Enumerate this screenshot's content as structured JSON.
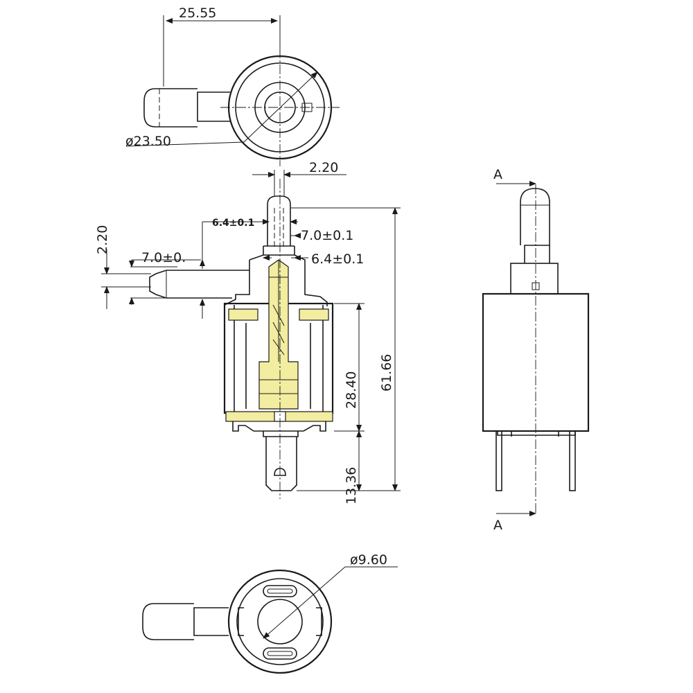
{
  "colors": {
    "line": "#1a1a1a",
    "accent": "#f2eda0",
    "background": "#ffffff"
  },
  "top_view": {
    "width_dim": "25.55",
    "diameter_dim": "ø23.50"
  },
  "section_view": {
    "nozzle_width": "2.20",
    "inlet_width": "2.20",
    "outlet_od_label": "6.4±0.1",
    "outlet_len": "7.0±0.1",
    "inlet_od": "6.4±0.1",
    "inlet_len": "7.0±0.",
    "coil_height": "28.40",
    "overall_height": "61.66",
    "terminal_height": "13.36"
  },
  "side_view": {
    "section_mark_top": "A",
    "section_mark_bottom": "A"
  },
  "bottom_view": {
    "bore_diameter": "ø9.60"
  }
}
